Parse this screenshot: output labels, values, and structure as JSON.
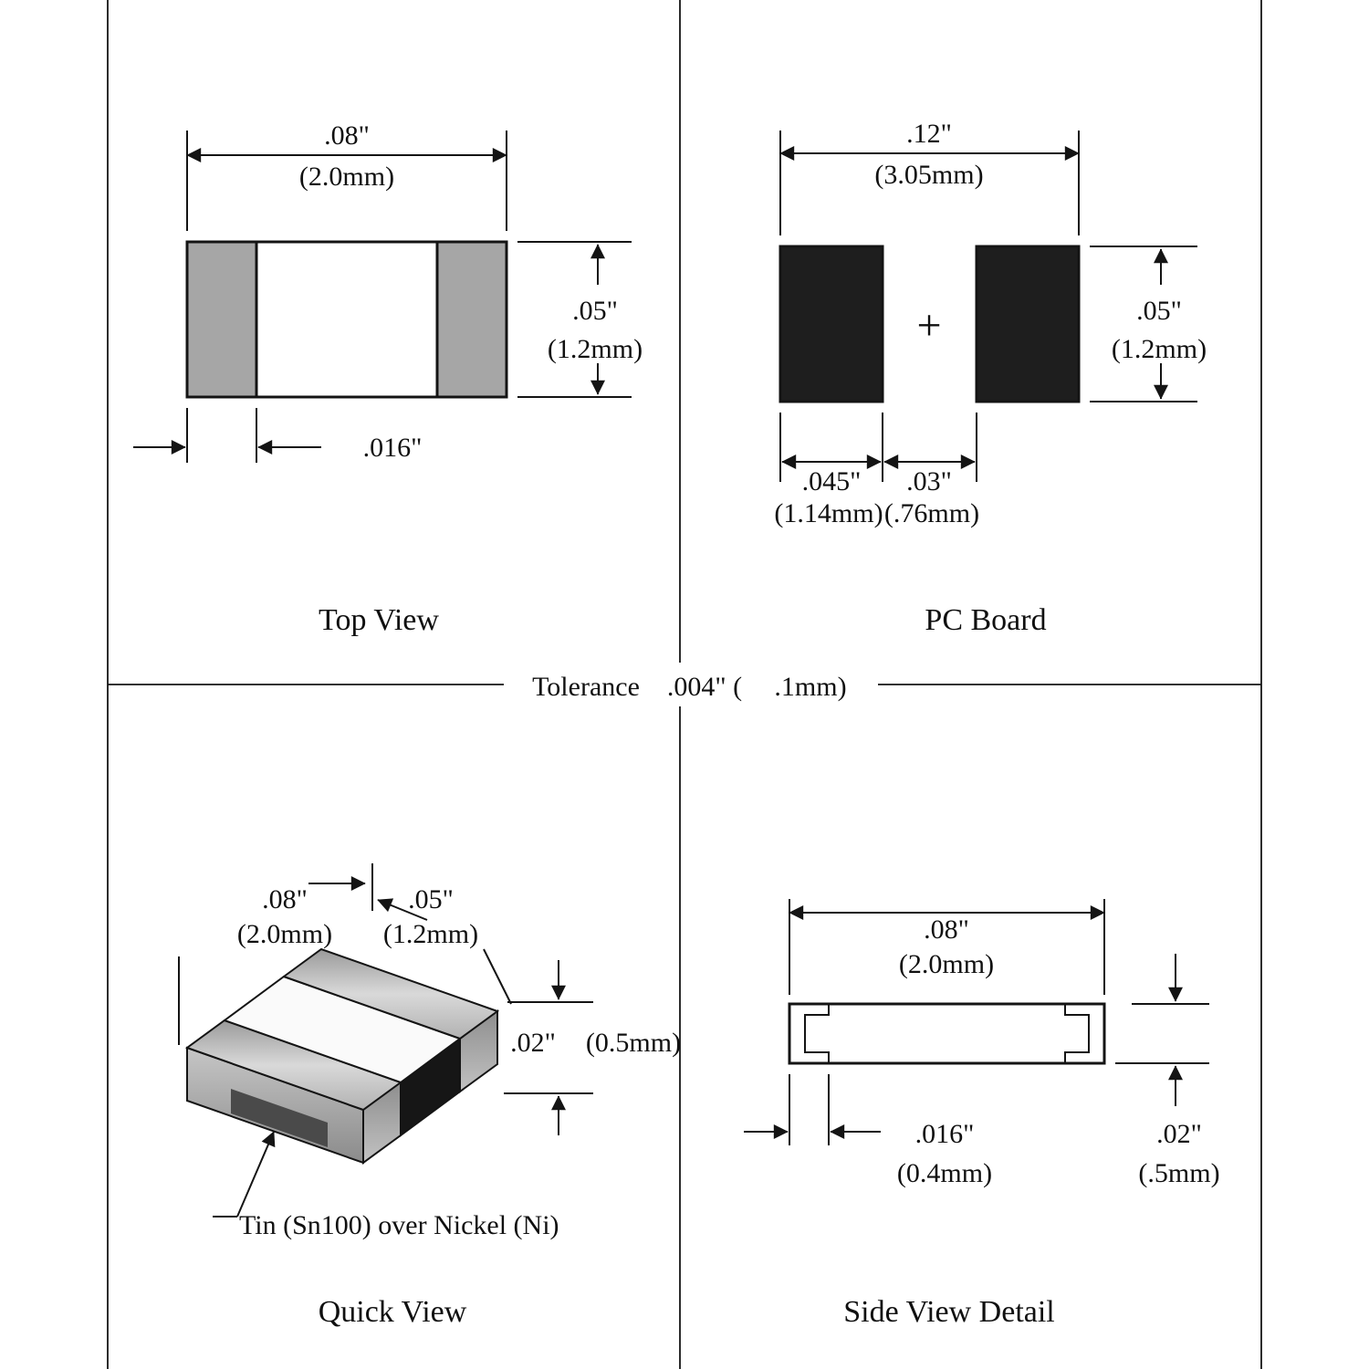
{
  "tolerance": {
    "label": "Tolerance",
    "inch": ".004\" (",
    "mm": ".1mm)"
  },
  "top_view": {
    "title": "Top View",
    "width_in": ".08\"",
    "width_mm": "(2.0mm)",
    "height_in": ".05\"",
    "height_mm": "(1.2mm)",
    "cap_in": ".016\""
  },
  "pc_board": {
    "title": "PC Board",
    "plus": "+",
    "width_in": ".12\"",
    "width_mm": "(3.05mm)",
    "height_in": ".05\"",
    "height_mm": "(1.2mm)",
    "pad_in": ".045\"",
    "pad_mm": "(1.14mm)",
    "gap_in": ".03\"",
    "gap_mm": "(.76mm)"
  },
  "quick_view": {
    "title": "Quick View",
    "length_in": ".08\"",
    "length_mm": "(2.0mm)",
    "width_in": ".05\"",
    "width_mm": "(1.2mm)",
    "height_in": ".02\"",
    "height_mm": "(0.5mm)",
    "plating_note": "Tin (Sn100) over Nickel (Ni)"
  },
  "side_view": {
    "title": "Side View Detail",
    "width_in": ".08\"",
    "width_mm": "(2.0mm)",
    "cap_in": ".016\"",
    "cap_mm": "(0.4mm)",
    "height_in": ".02\"",
    "height_mm": "(.5mm)"
  },
  "colors": {
    "line": "#141414",
    "pad_fill": "#1e1e1e",
    "terminal_gray": "#a6a6a6"
  }
}
